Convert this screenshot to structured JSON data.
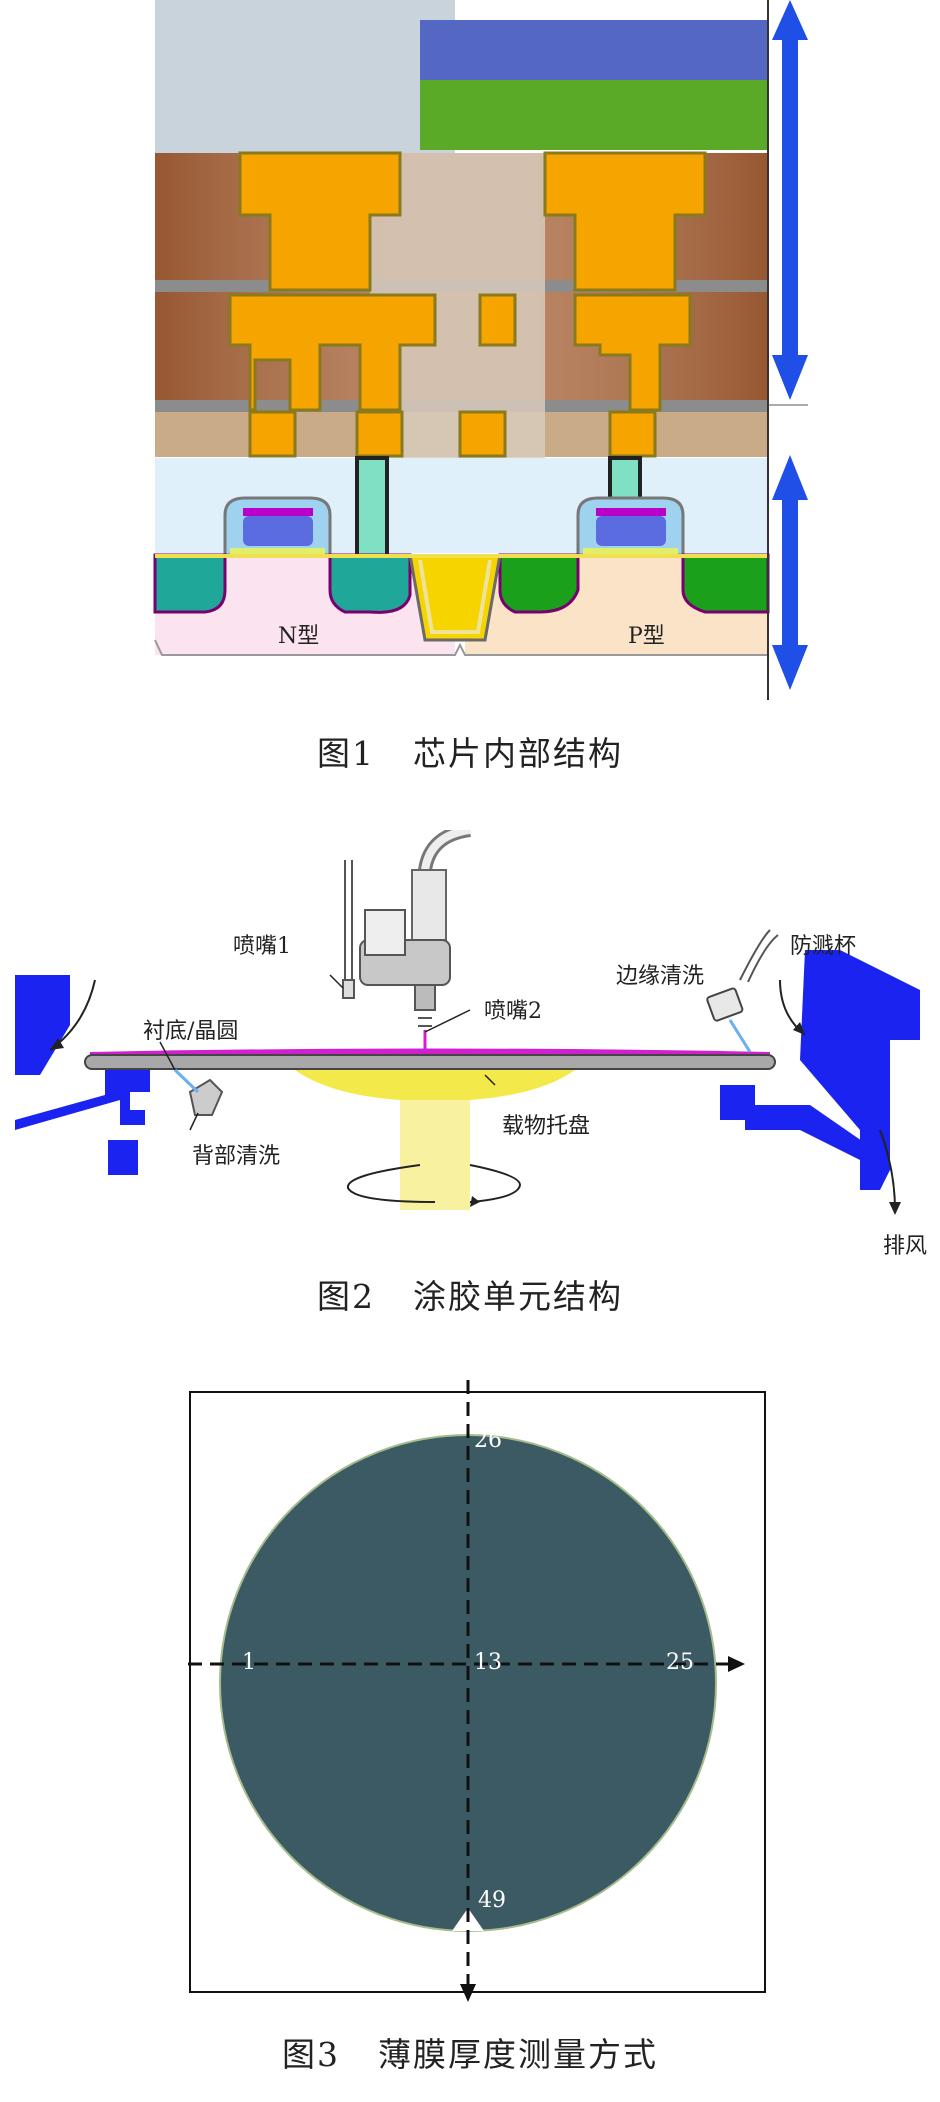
{
  "figure1": {
    "caption_num": "图1",
    "caption_text": "芯片内部结构",
    "label_n": "N型",
    "label_p": "P型"
  },
  "figure2": {
    "caption_num": "图2",
    "caption_text": "涂胶单元结构",
    "labels": {
      "nozzle1": "喷嘴1",
      "nozzle2": "喷嘴2",
      "substrate": "衬底/晶圆",
      "back_rinse": "背部清洗",
      "chuck": "载物托盘",
      "edge_rinse": "边缘清洗",
      "splash_cup": "防溅杯",
      "exhaust": "排风"
    }
  },
  "figure3": {
    "caption_num": "图3",
    "caption_text": "薄膜厚度测量方式",
    "points": {
      "top": "26",
      "left": "1",
      "center": "13",
      "right": "25",
      "bottom": "49"
    }
  },
  "colors": {
    "gold": "#f5a400",
    "blue_arrow": "#1f4fe6",
    "wafer": "#3c5a63",
    "magenta": "#c000c0"
  }
}
